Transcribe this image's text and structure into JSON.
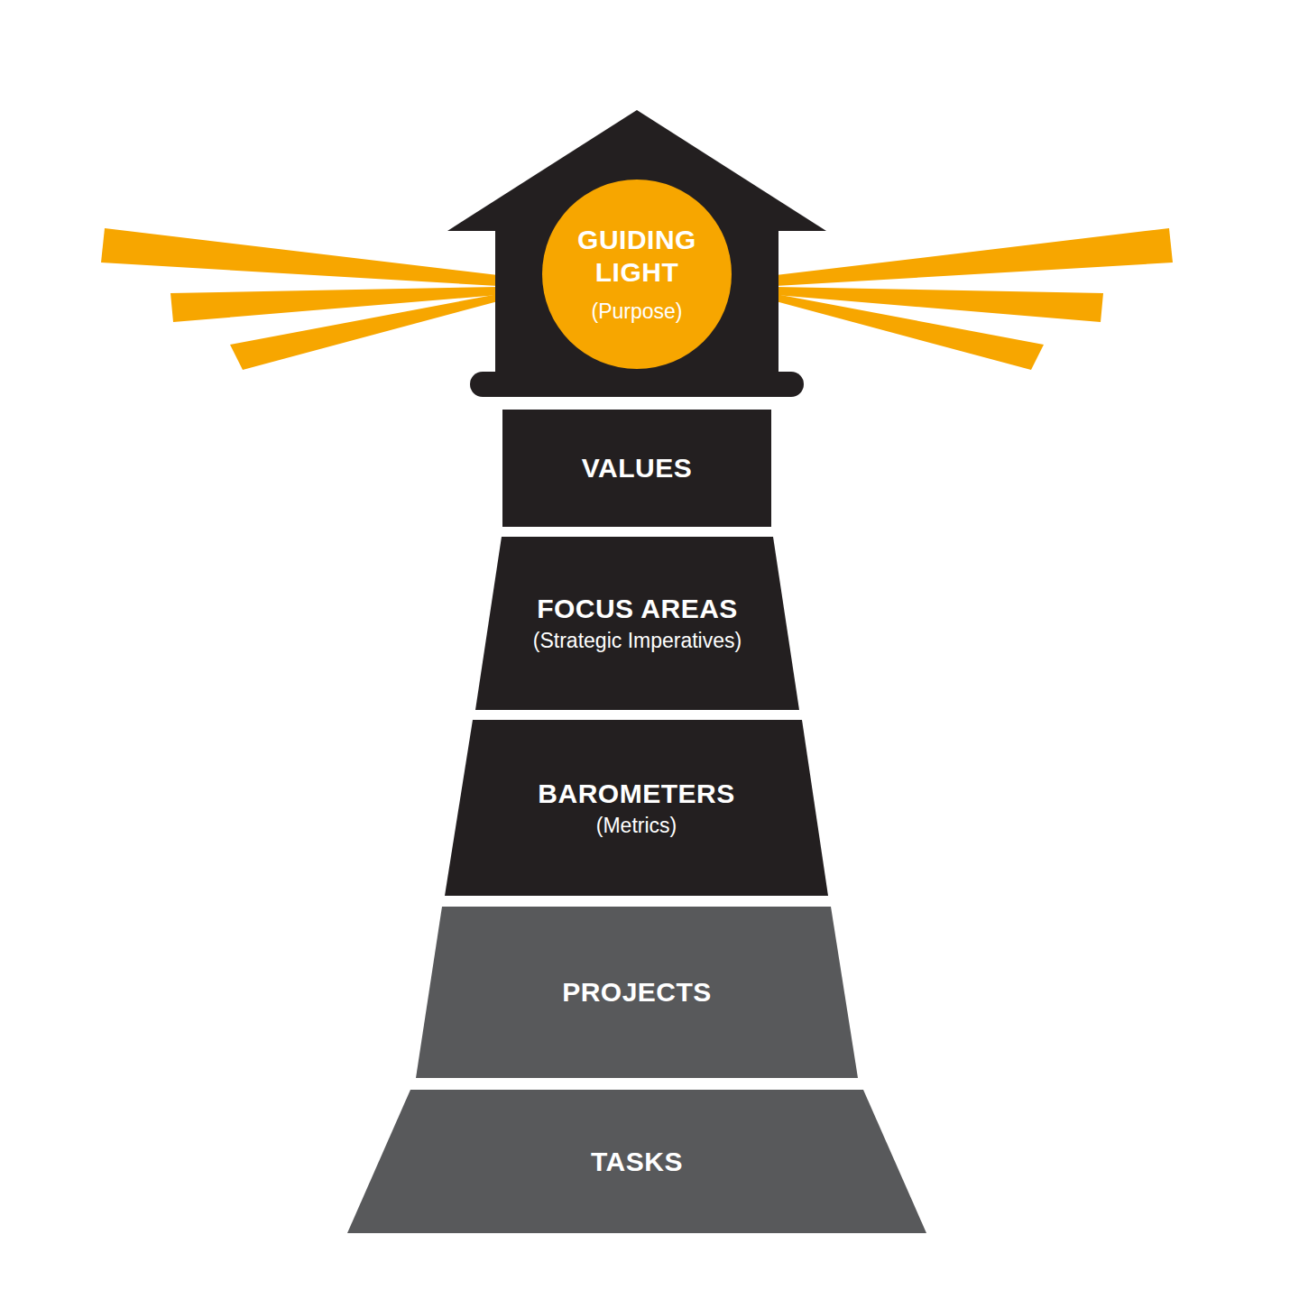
{
  "diagram": {
    "nodes": [
      {
        "text": [
          "GUIDING LIGHT",
          "(Purpose)"
        ]
      },
      {
        "text": [
          "VALUES"
        ]
      },
      {
        "text": [
          "FOCUS AREAS",
          "(Strategic Imperatives)"
        ]
      },
      {
        "text": [
          "BAROMETERS",
          "(Metrics)"
        ]
      },
      {
        "text": [
          "PROJECTS"
        ]
      },
      {
        "text": [
          "TASKS"
        ]
      }
    ]
  }
}
